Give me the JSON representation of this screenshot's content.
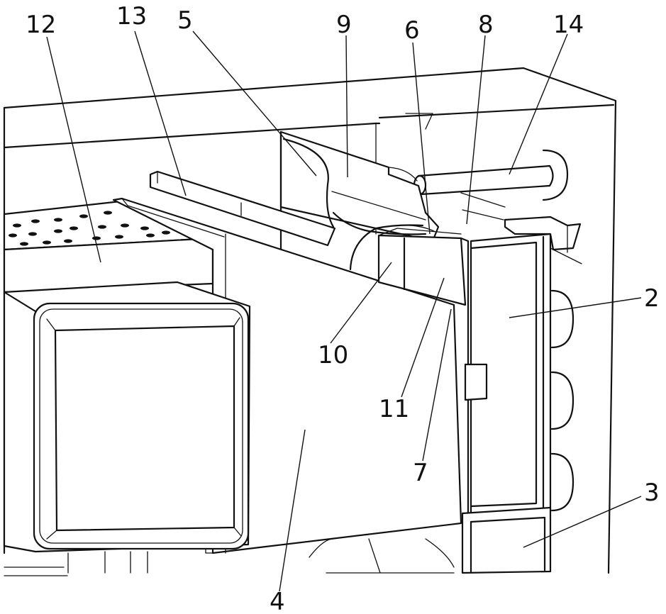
{
  "callouts": [
    {
      "id": "label-12",
      "text": "12"
    },
    {
      "id": "label-13",
      "text": "13"
    },
    {
      "id": "label-5",
      "text": "5"
    },
    {
      "id": "label-9",
      "text": "9"
    },
    {
      "id": "label-6",
      "text": "6"
    },
    {
      "id": "label-8",
      "text": "8"
    },
    {
      "id": "label-14",
      "text": "14"
    },
    {
      "id": "label-2",
      "text": "2"
    },
    {
      "id": "label-3",
      "text": "3"
    },
    {
      "id": "label-10",
      "text": "10"
    },
    {
      "id": "label-11",
      "text": "11"
    },
    {
      "id": "label-7",
      "text": "7"
    },
    {
      "id": "label-4",
      "text": "4"
    }
  ]
}
